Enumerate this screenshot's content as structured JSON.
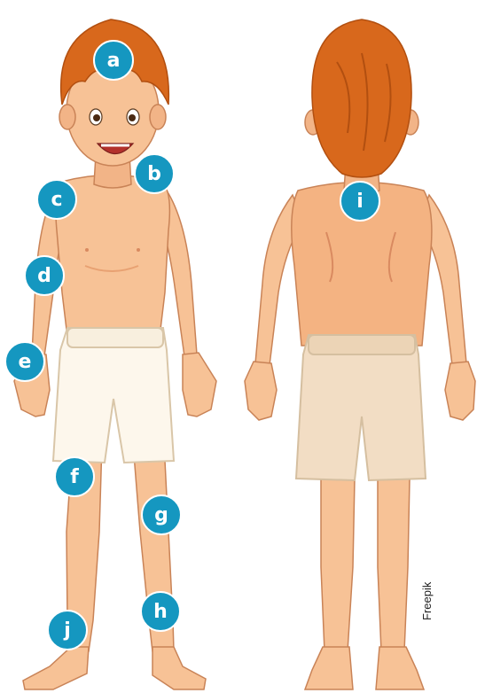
{
  "colors": {
    "skin": "#f7c296",
    "skin_shadow": "#e8a172",
    "hair": "#d8681c",
    "hair_dark": "#b24f10",
    "shorts_front": "#fdf7ec",
    "shorts_back": "#f2ddc4",
    "marker": "#1597c0"
  },
  "markers": [
    {
      "id": "a",
      "label": "a"
    },
    {
      "id": "b",
      "label": "b"
    },
    {
      "id": "c",
      "label": "c"
    },
    {
      "id": "d",
      "label": "d"
    },
    {
      "id": "e",
      "label": "e"
    },
    {
      "id": "f",
      "label": "f"
    },
    {
      "id": "g",
      "label": "g"
    },
    {
      "id": "h",
      "label": "h"
    },
    {
      "id": "i",
      "label": "i"
    },
    {
      "id": "j",
      "label": "j"
    }
  ],
  "credit": "Freepik"
}
